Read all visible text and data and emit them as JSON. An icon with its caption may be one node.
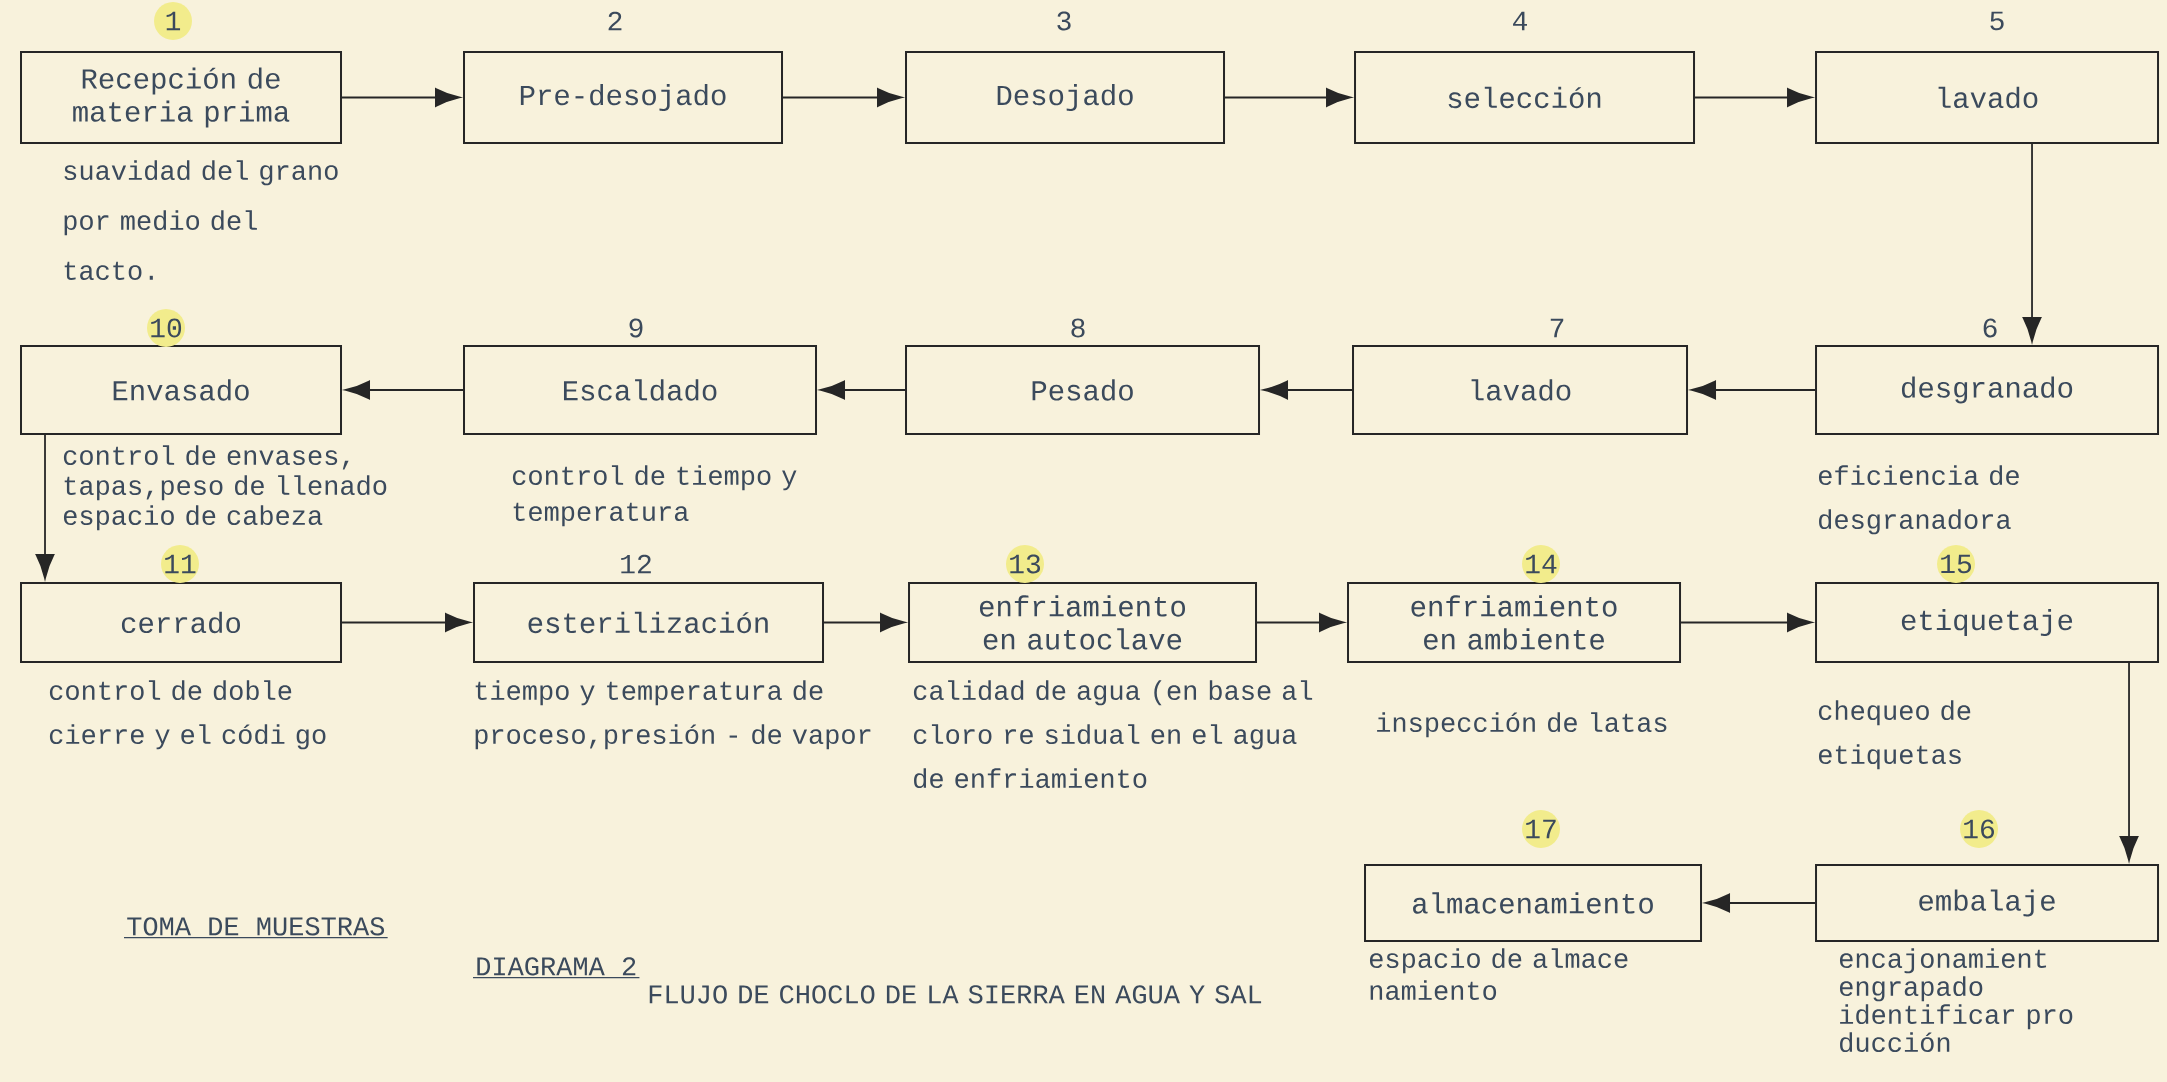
{
  "diagram": {
    "title": "FLUJO DE CHOCLO DE LA SIERRA EN AGUA Y SAL",
    "nodes": [
      {
        "text": [
          "Recepción de materia prima"
        ],
        "beside": [
          "1",
          "suavidad del grano por medio del tacto."
        ]
      },
      {
        "text": [
          "Pre-desojado"
        ],
        "beside": [
          "2"
        ]
      },
      {
        "text": [
          "Desojado"
        ],
        "beside": [
          "3"
        ]
      },
      {
        "text": [
          "selección"
        ],
        "beside": [
          "4"
        ]
      },
      {
        "text": [
          "lavado"
        ],
        "beside": [
          "5"
        ]
      },
      {
        "text": [
          "desgranado"
        ],
        "beside": [
          "6",
          "eficiencia de desgranadora"
        ]
      },
      {
        "text": [
          "lavado"
        ],
        "beside": [
          "7"
        ]
      },
      {
        "text": [
          "Pesado"
        ],
        "beside": [
          "8"
        ]
      },
      {
        "text": [
          "Escaldado"
        ],
        "beside": [
          "9",
          "control de tiempo y temperatura"
        ]
      },
      {
        "text": [
          "Envasado"
        ],
        "beside": [
          "10",
          "control de envases, tapas,peso de llenado espacio de cabeza"
        ]
      },
      {
        "text": [
          "cerrado"
        ],
        "beside": [
          "11",
          "control de doble cierre y el códi go"
        ]
      },
      {
        "text": [
          "esterilización"
        ],
        "beside": [
          "12",
          "tiempo y temperatura de proceso,presión - de vapor"
        ]
      },
      {
        "text": [
          "enfriamiento en autoclave"
        ],
        "beside": [
          "13",
          "calidad de agua (en base al cloro re sidual en el agua de enfriamiento"
        ]
      },
      {
        "text": [
          "enfriamiento en ambiente"
        ],
        "beside": [
          "14",
          "inspección de latas"
        ]
      },
      {
        "text": [
          "etiquetaje"
        ],
        "beside": [
          "15",
          "chequeo de etiquetas"
        ]
      },
      {
        "text": [
          "embalaje"
        ],
        "beside": [
          "16",
          "encajonamient engrapado identificar pro ducción"
        ]
      },
      {
        "text": [
          "almacenamiento"
        ],
        "beside": [
          "17",
          "espacio de almace namiento"
        ]
      }
    ],
    "edges": [
      {
        "from": 0,
        "to": 1,
        "arrow": "to"
      },
      {
        "from": 1,
        "to": 2,
        "arrow": "to"
      },
      {
        "from": 2,
        "to": 3,
        "arrow": "to"
      },
      {
        "from": 3,
        "to": 4,
        "arrow": "to"
      },
      {
        "from": 4,
        "to": 5,
        "arrow": "to"
      },
      {
        "from": 5,
        "to": 6,
        "arrow": "to"
      },
      {
        "from": 6,
        "to": 7,
        "arrow": "to"
      },
      {
        "from": 7,
        "to": 8,
        "arrow": "to"
      },
      {
        "from": 8,
        "to": 9,
        "arrow": "to"
      },
      {
        "from": 9,
        "to": 10,
        "arrow": "to"
      },
      {
        "from": 10,
        "to": 11,
        "arrow": "to"
      },
      {
        "from": 11,
        "to": 12,
        "arrow": "to"
      },
      {
        "from": 12,
        "to": 13,
        "arrow": "to"
      },
      {
        "from": 13,
        "to": 14,
        "arrow": "to"
      },
      {
        "from": 14,
        "to": 15,
        "arrow": "to"
      },
      {
        "from": 15,
        "to": 16,
        "arrow": "to"
      }
    ],
    "labels": [
      "TOMA DE MUESTRAS",
      "DIAGRAMA 2"
    ]
  }
}
